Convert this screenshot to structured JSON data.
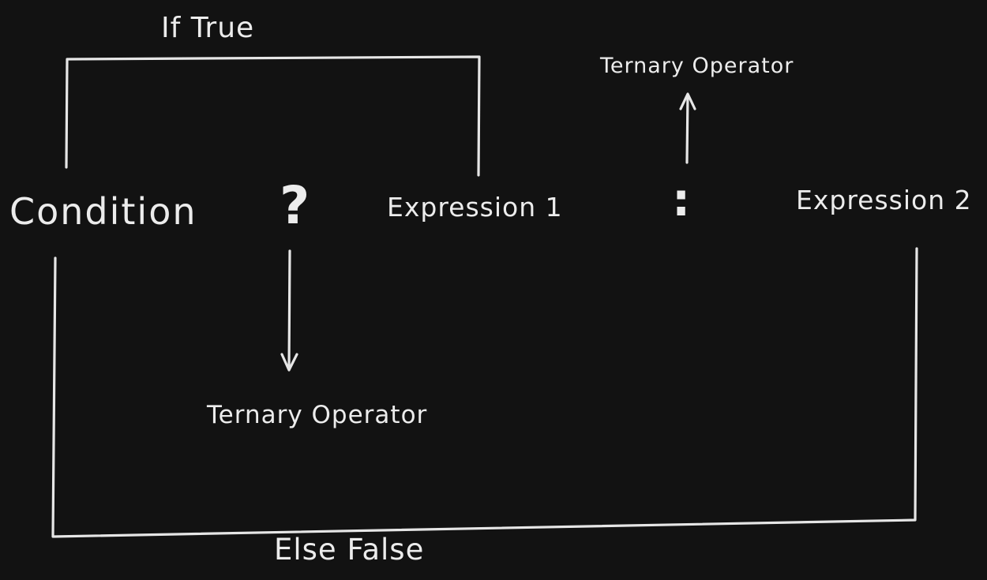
{
  "diagram": {
    "labels": {
      "if_true": "If True",
      "condition": "Condition",
      "question_mark": "?",
      "expression_1": "Expression 1",
      "colon": ":",
      "expression_2": "Expression 2",
      "ternary_operator_top": "Ternary Operator",
      "ternary_operator_bottom": "Ternary Operator",
      "else_false": "Else False"
    },
    "colors": {
      "background": "#121212",
      "stroke": "#e6e6e6",
      "text": "#ececec"
    }
  }
}
